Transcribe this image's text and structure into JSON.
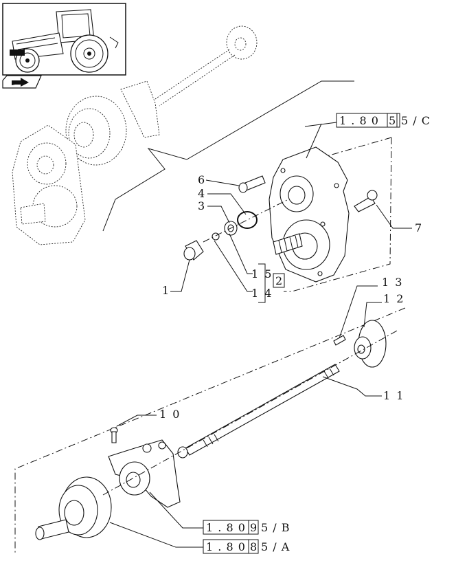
{
  "thumbnail": {
    "icon": "tractor-icon",
    "nav_icon": "arrow-right-icon"
  },
  "refs": {
    "r1": {
      "prefix": "1 . 8 0 ",
      "box": "5",
      "suffix": "5 / C"
    },
    "r2": {
      "prefix": "1 . 8 0 ",
      "box": "9",
      "suffix": "5 / B"
    },
    "r3": {
      "prefix": "1 . 8 0 ",
      "box": "8",
      "suffix": "5 / A"
    }
  },
  "callouts": {
    "c1": "1",
    "c3": "3",
    "c4": "4",
    "c6": "6",
    "c7": "7",
    "c10": "1 0",
    "c11": "1 1",
    "c12": "1 2",
    "c13": "1 3",
    "c14": "1 4",
    "c15": "1 5",
    "c2": "2"
  }
}
